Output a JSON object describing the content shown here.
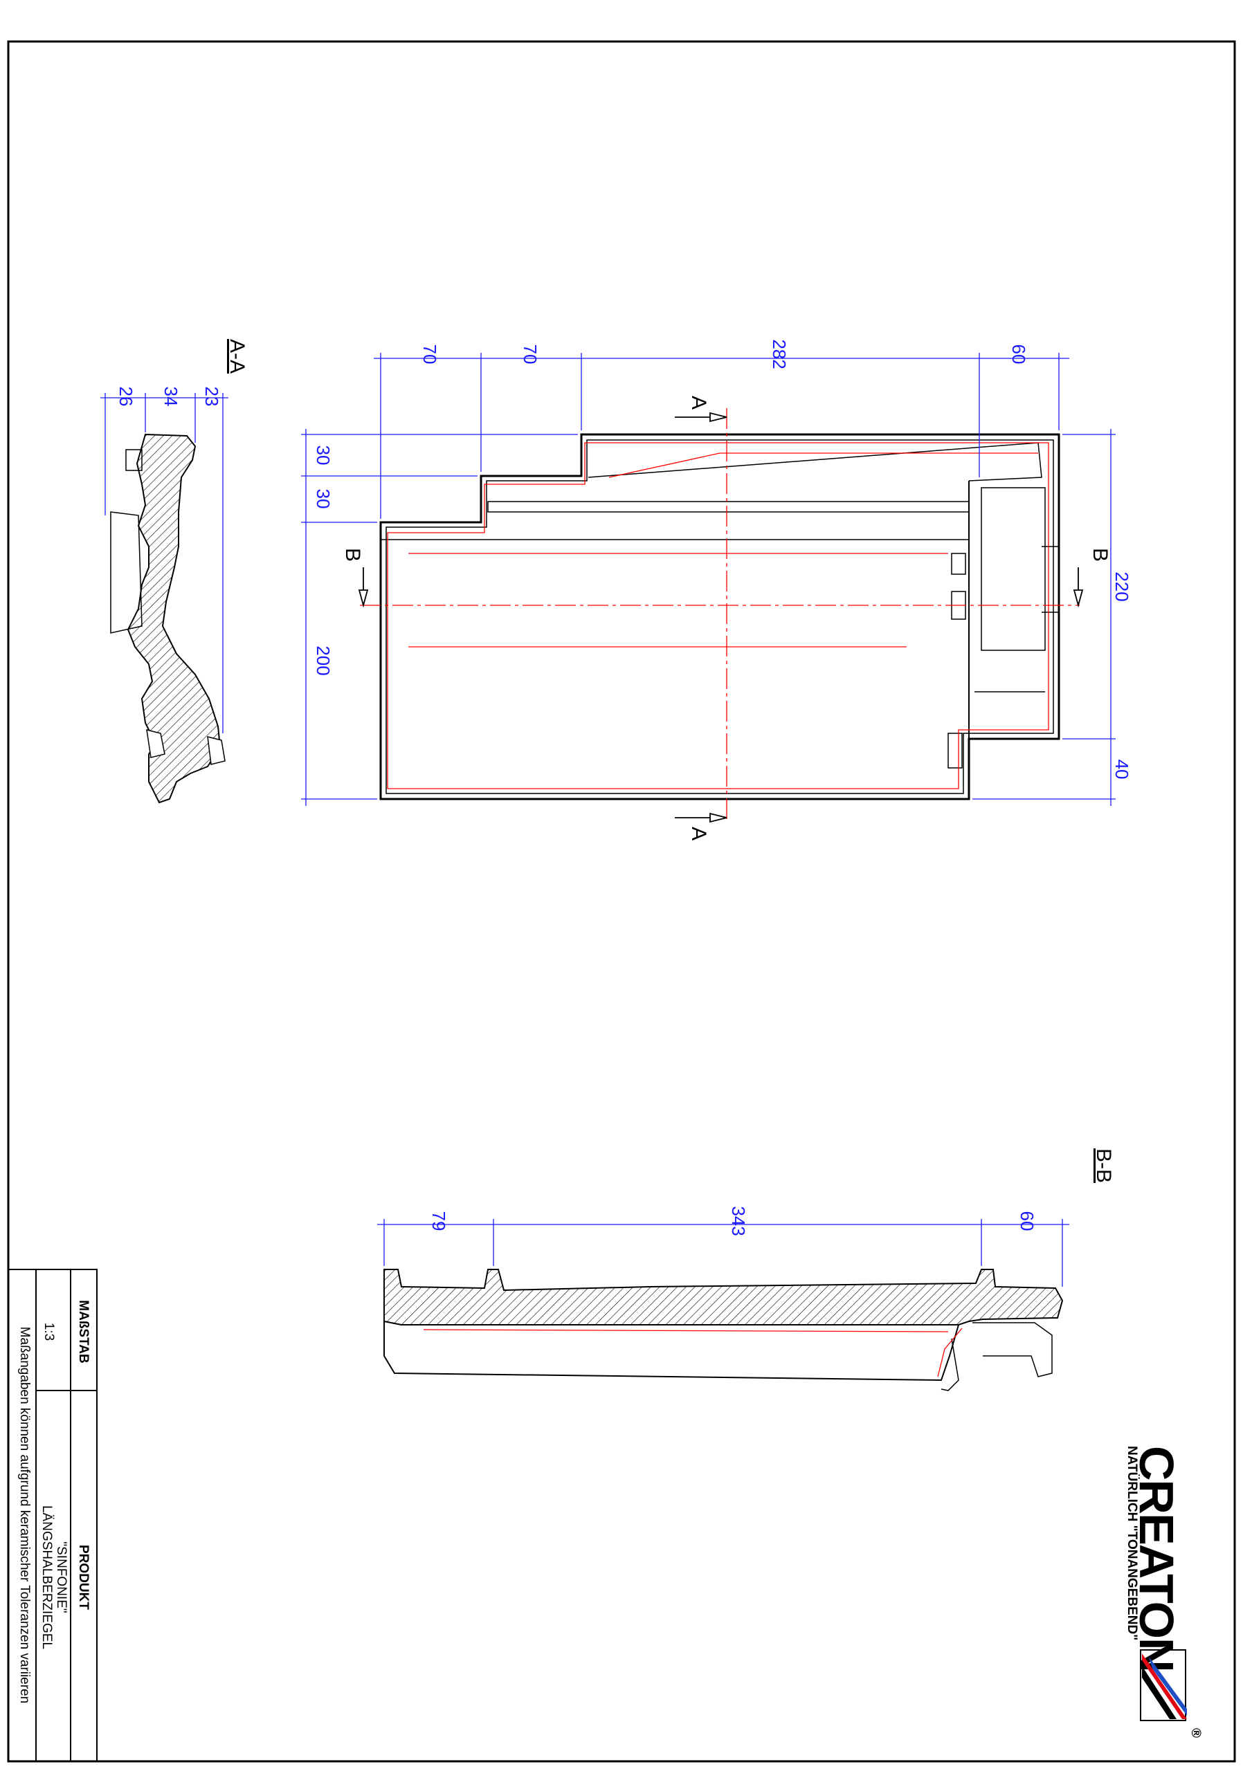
{
  "plan": {
    "dims_top": [
      "70",
      "70",
      "282",
      "60"
    ],
    "dims_left": [
      "30",
      "30",
      "200"
    ],
    "dims_right": [
      "220",
      "40"
    ]
  },
  "section_a": {
    "title": "A-A",
    "marker": "A",
    "dims": [
      "26",
      "34",
      "23"
    ]
  },
  "section_b": {
    "title": "B-B",
    "marker": "B",
    "dims": [
      "79",
      "343",
      "60"
    ]
  },
  "title_block": {
    "scale_label": "MAßSTAB",
    "scale_value": "1:3",
    "product_label": "PRODUKT",
    "product_name": "\"SINFONIE\"",
    "product_type": "LÄNGSHALBERZIEGEL",
    "note": "Maßangaben können aufgrund keramischer Toleranzen variieren"
  },
  "brand": {
    "name": "CREATON",
    "slogan": "NATÜRLICH \"TONANGEBEND\"",
    "registered": "®"
  },
  "colors": {
    "outline": "#000000",
    "dimension": "#1a1aff",
    "centerline": "#ff0000"
  }
}
